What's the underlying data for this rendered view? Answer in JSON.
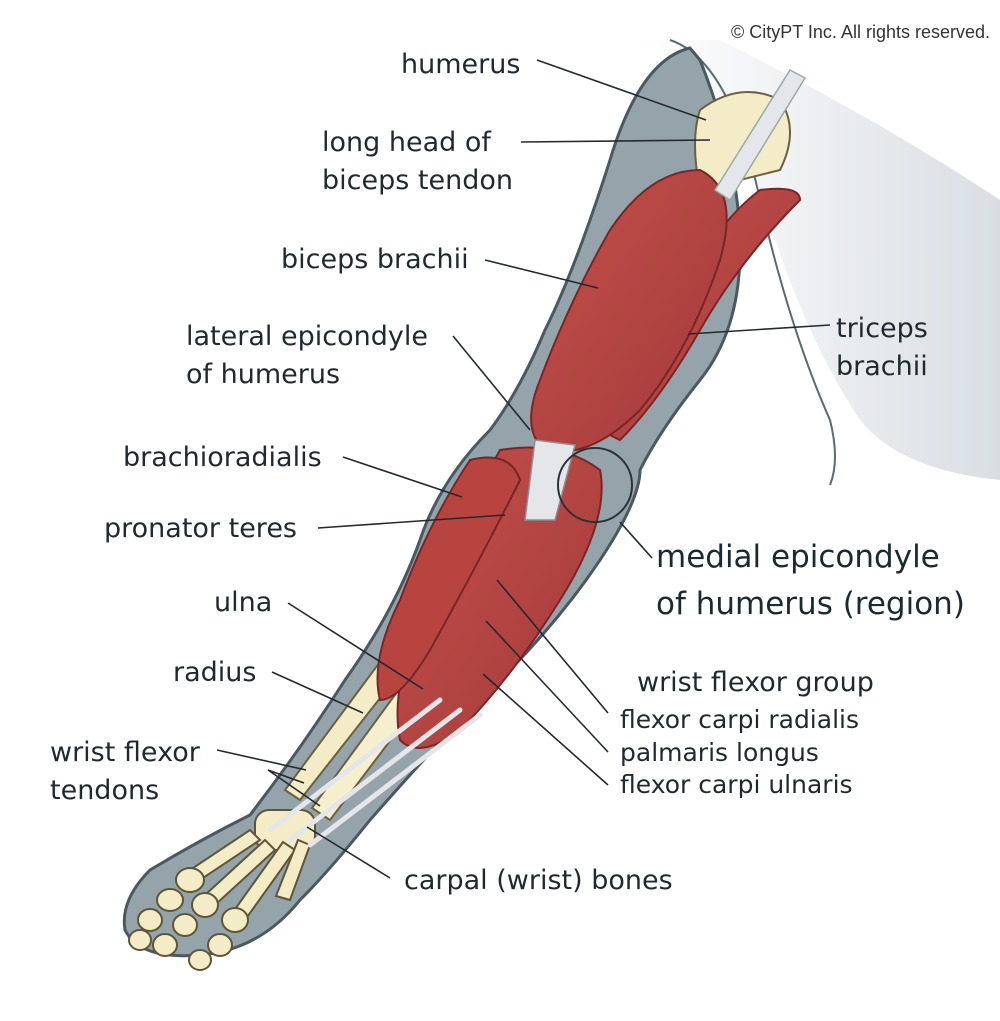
{
  "copyright": "© CityPT Inc. All rights reserved.",
  "labels": {
    "humerus": "humerus",
    "long_head_line1": "long head of",
    "long_head_line2": "biceps tendon",
    "biceps": "biceps brachii",
    "lateral_line1": "lateral epicondyle",
    "lateral_line2": "of humerus",
    "triceps_line1": "triceps",
    "triceps_line2": "brachii",
    "brachioradialis": "brachioradialis",
    "pronator": "pronator teres",
    "medial_line1": "medial epicondyle",
    "medial_line2": "of humerus (region)",
    "ulna": "ulna",
    "radius": "radius",
    "wrist_flexor_group": "wrist flexor group",
    "fcr": "flexor carpi radialis",
    "palmaris": "palmaris longus",
    "fcu": "flexor carpi ulnaris",
    "tendons_line1": "wrist flexor",
    "tendons_line2": "tendons",
    "carpal": "carpal (wrist) bones"
  },
  "colors": {
    "muscle": "#b5413f",
    "muscle_dark": "#8c2a2c",
    "bone": "#f3ecc6",
    "tendon": "#e4e6ea",
    "skin": "#93a1a8",
    "leader": "#222a2e"
  }
}
